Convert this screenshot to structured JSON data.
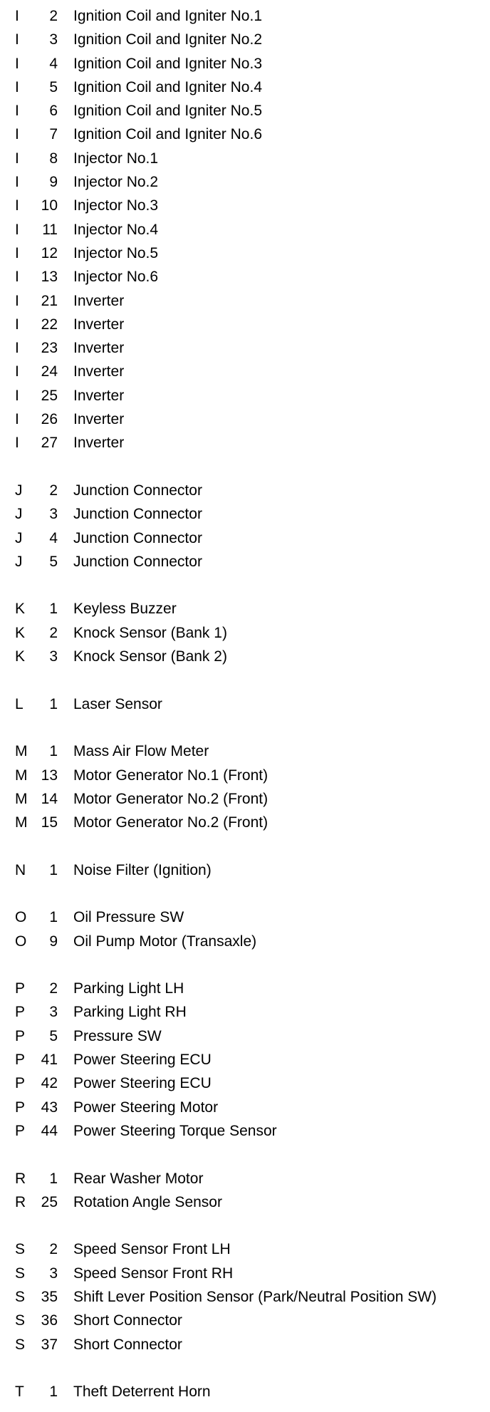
{
  "page": {
    "background_color": "#ffffff",
    "text_color": "#000000"
  },
  "connector_list": {
    "groups": [
      {
        "rows": [
          {
            "letter": "I",
            "number": "2",
            "name": "Ignition Coil and Igniter No.1"
          },
          {
            "letter": "I",
            "number": "3",
            "name": "Ignition Coil and Igniter No.2"
          },
          {
            "letter": "I",
            "number": "4",
            "name": "Ignition Coil and Igniter No.3"
          },
          {
            "letter": "I",
            "number": "5",
            "name": "Ignition Coil and Igniter No.4"
          },
          {
            "letter": "I",
            "number": "6",
            "name": "Ignition Coil and Igniter No.5"
          },
          {
            "letter": "I",
            "number": "7",
            "name": "Ignition Coil and Igniter No.6"
          },
          {
            "letter": "I",
            "number": "8",
            "name": "Injector No.1"
          },
          {
            "letter": "I",
            "number": "9",
            "name": "Injector No.2"
          },
          {
            "letter": "I",
            "number": "10",
            "name": "Injector No.3"
          },
          {
            "letter": "I",
            "number": "11",
            "name": "Injector No.4"
          },
          {
            "letter": "I",
            "number": "12",
            "name": "Injector No.5"
          },
          {
            "letter": "I",
            "number": "13",
            "name": "Injector No.6"
          },
          {
            "letter": "I",
            "number": "21",
            "name": "Inverter"
          },
          {
            "letter": "I",
            "number": "22",
            "name": "Inverter"
          },
          {
            "letter": "I",
            "number": "23",
            "name": "Inverter"
          },
          {
            "letter": "I",
            "number": "24",
            "name": "Inverter"
          },
          {
            "letter": "I",
            "number": "25",
            "name": "Inverter"
          },
          {
            "letter": "I",
            "number": "26",
            "name": "Inverter"
          },
          {
            "letter": "I",
            "number": "27",
            "name": "Inverter"
          }
        ]
      },
      {
        "rows": [
          {
            "letter": "J",
            "number": "2",
            "name": "Junction Connector"
          },
          {
            "letter": "J",
            "number": "3",
            "name": "Junction Connector"
          },
          {
            "letter": "J",
            "number": "4",
            "name": "Junction Connector"
          },
          {
            "letter": "J",
            "number": "5",
            "name": "Junction Connector"
          }
        ]
      },
      {
        "rows": [
          {
            "letter": "K",
            "number": "1",
            "name": "Keyless Buzzer"
          },
          {
            "letter": "K",
            "number": "2",
            "name": "Knock Sensor (Bank 1)"
          },
          {
            "letter": "K",
            "number": "3",
            "name": "Knock Sensor (Bank 2)"
          }
        ]
      },
      {
        "rows": [
          {
            "letter": "L",
            "number": "1",
            "name": "Laser Sensor"
          }
        ]
      },
      {
        "rows": [
          {
            "letter": "M",
            "number": "1",
            "name": "Mass Air Flow Meter"
          },
          {
            "letter": "M",
            "number": "13",
            "name": "Motor Generator No.1 (Front)"
          },
          {
            "letter": "M",
            "number": "14",
            "name": "Motor Generator No.2 (Front)"
          },
          {
            "letter": "M",
            "number": "15",
            "name": "Motor Generator No.2 (Front)"
          }
        ]
      },
      {
        "rows": [
          {
            "letter": "N",
            "number": "1",
            "name": "Noise Filter (Ignition)"
          }
        ]
      },
      {
        "rows": [
          {
            "letter": "O",
            "number": "1",
            "name": "Oil Pressure SW"
          },
          {
            "letter": "O",
            "number": "9",
            "name": "Oil Pump Motor (Transaxle)"
          }
        ]
      },
      {
        "rows": [
          {
            "letter": "P",
            "number": "2",
            "name": "Parking Light LH"
          },
          {
            "letter": "P",
            "number": "3",
            "name": "Parking Light RH"
          },
          {
            "letter": "P",
            "number": "5",
            "name": "Pressure SW"
          },
          {
            "letter": "P",
            "number": "41",
            "name": "Power Steering ECU"
          },
          {
            "letter": "P",
            "number": "42",
            "name": "Power Steering ECU"
          },
          {
            "letter": "P",
            "number": "43",
            "name": "Power Steering Motor"
          },
          {
            "letter": "P",
            "number": "44",
            "name": "Power Steering Torque Sensor"
          }
        ]
      },
      {
        "rows": [
          {
            "letter": "R",
            "number": "1",
            "name": "Rear Washer Motor"
          },
          {
            "letter": "R",
            "number": "25",
            "name": "Rotation Angle Sensor"
          }
        ]
      },
      {
        "rows": [
          {
            "letter": "S",
            "number": "2",
            "name": "Speed Sensor Front LH"
          },
          {
            "letter": "S",
            "number": "3",
            "name": "Speed Sensor Front RH"
          },
          {
            "letter": "S",
            "number": "35",
            "name": "Shift Lever Position Sensor (Park/Neutral Position SW)"
          },
          {
            "letter": "S",
            "number": "36",
            "name": "Short Connector"
          },
          {
            "letter": "S",
            "number": "37",
            "name": "Short Connector"
          }
        ]
      },
      {
        "rows": [
          {
            "letter": "T",
            "number": "1",
            "name": "Theft Deterrent Horn"
          }
        ]
      }
    ]
  }
}
